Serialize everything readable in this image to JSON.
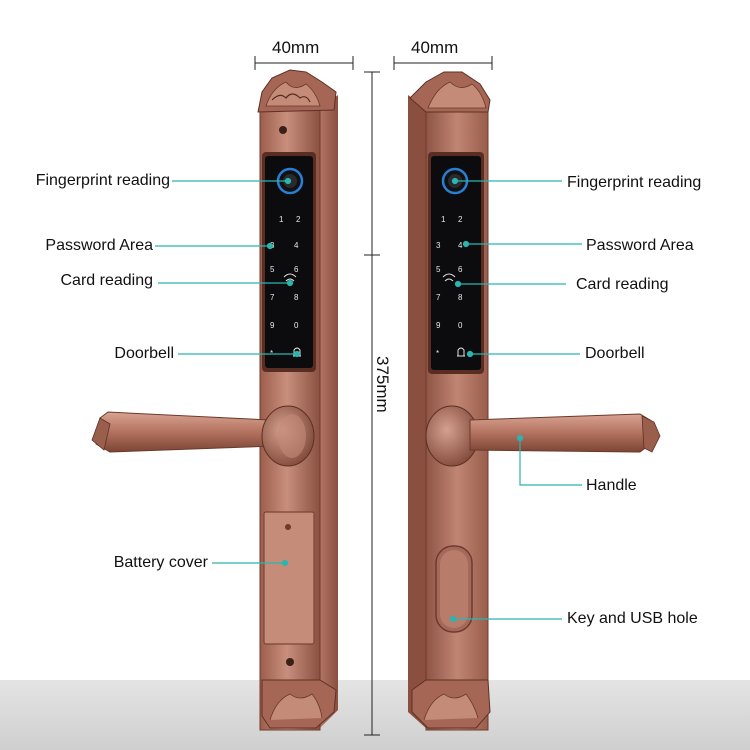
{
  "dimensions": {
    "left_width": "40mm",
    "right_width": "40mm",
    "height": "375mm"
  },
  "labels": {
    "left": {
      "fingerprint": "Fingerprint reading",
      "password": "Password Area",
      "card": "Card reading",
      "doorbell": "Doorbell",
      "battery": "Battery cover"
    },
    "right": {
      "fingerprint": "Fingerprint reading",
      "password": "Password Area",
      "card": "Card reading",
      "doorbell": "Doorbell",
      "handle": "Handle",
      "key_usb": "Key and USB hole"
    }
  },
  "keypad": {
    "rows": [
      [
        "1",
        "2"
      ],
      [
        "3",
        "4"
      ],
      [
        "5",
        "6"
      ],
      [
        "7",
        "8"
      ],
      [
        "9",
        "0"
      ],
      [
        "*",
        ""
      ]
    ]
  },
  "colors": {
    "bronze_light": "#c58a78",
    "bronze_mid": "#a86a58",
    "bronze_dark": "#7a4536",
    "callout": "#2bb5b0",
    "panel": "#0c0c0e",
    "fingerprint_ring": "#2a7fd4"
  }
}
